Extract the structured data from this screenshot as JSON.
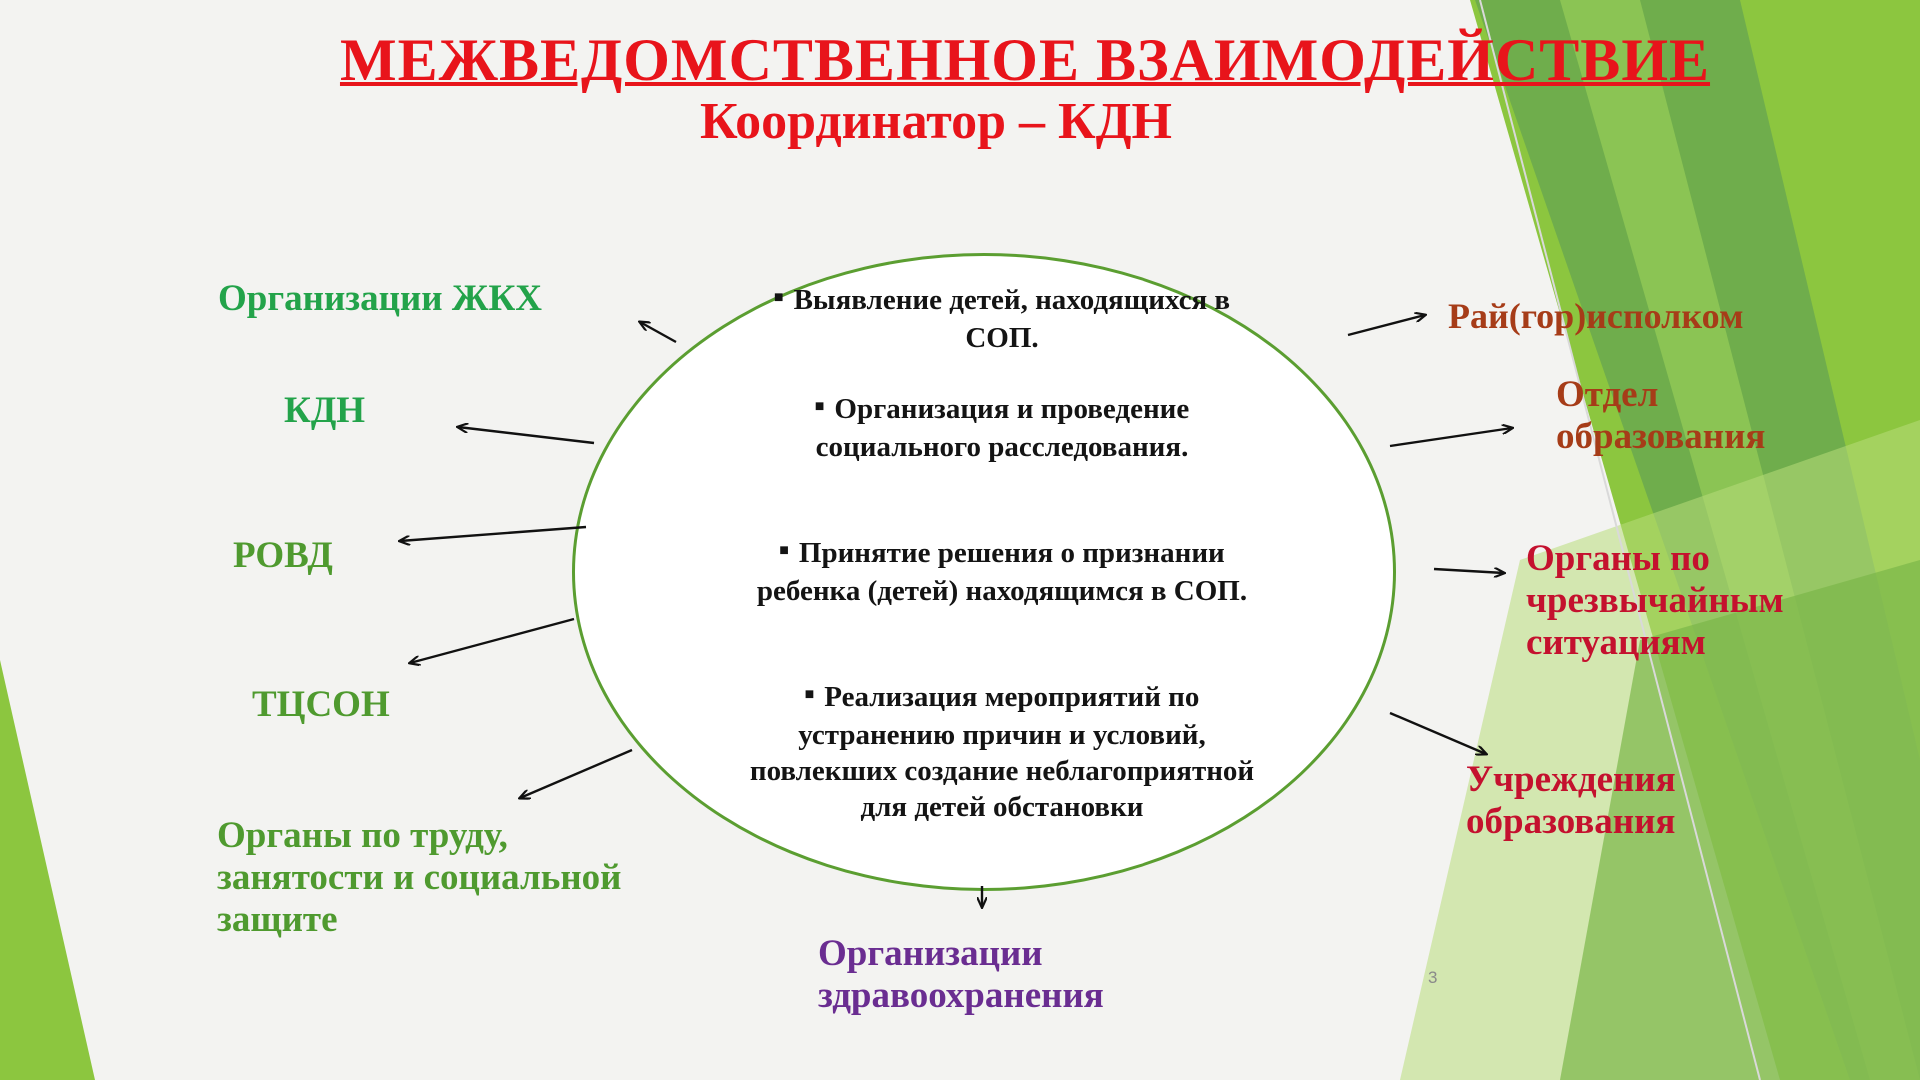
{
  "title": "МЕЖВЕДОМСТВЕННОЕ ВЗАИМОДЕЙСТВИЕ",
  "subtitle": "Координатор – КДН",
  "center_items": [
    "Выявление детей, находящихся в СОП.",
    "Организация и проведение социального расследования.",
    "Принятие решения о признании ребенка (детей) находящимся в СОП.",
    "Реализация мероприятий по устранению причин и условий, повлекших создание неблагоприятной для детей обстановки"
  ],
  "left_nodes": [
    "Организации ЖКХ",
    "КДН",
    "РОВД",
    "ТЦСОН",
    "Органы по труду, занятости и социальной защите"
  ],
  "right_nodes": [
    "Рай(гор)исполком",
    "Отдел образования",
    "Органы по чрезвычайным ситуациям",
    "Учреждения образования"
  ],
  "bottom_node": "Организации здравоохранения",
  "page_number": "3",
  "colors": {
    "title": "#e8141b",
    "left_nodes": "#23a34a",
    "right_nodes": "#c4112e",
    "bottom_node": "#6a2d91",
    "circle_border": "#5b9e31",
    "accent_green": "#7cbf2f"
  }
}
